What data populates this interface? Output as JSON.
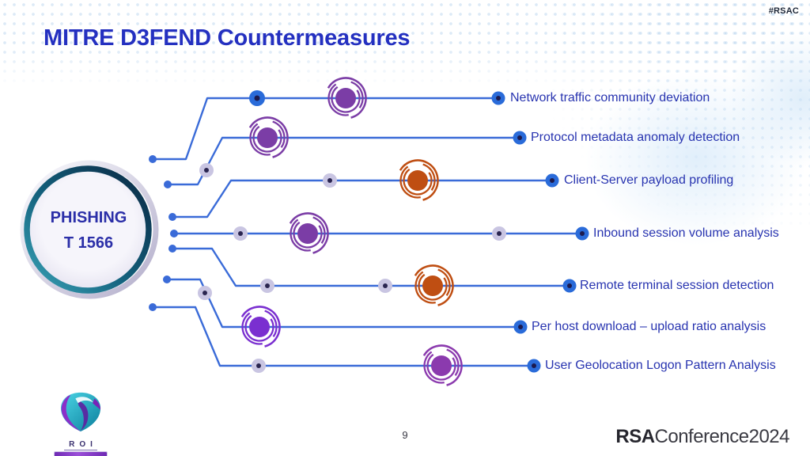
{
  "slide": {
    "hashtag": "#RSAC",
    "title": "MITRE D3FEND Countermeasures",
    "page_number": "9"
  },
  "technique": {
    "name": "PHISHING",
    "id": "T 1566"
  },
  "countermeasures": [
    {
      "label": "Network traffic community deviation",
      "icon": "spiral-icon",
      "icon_color": "#7B3DA6"
    },
    {
      "label": "Protocol metadata anomaly detection",
      "icon": "spiral-icon",
      "icon_color": "#7B3DA6"
    },
    {
      "label": "Client-Server payload profiling",
      "icon": "spiral-icon",
      "icon_color": "#BF4E12"
    },
    {
      "label": "Inbound session volume analysis",
      "icon": "spiral-icon",
      "icon_color": "#7B3DA6"
    },
    {
      "label": "Remote terminal session detection",
      "icon": "spiral-icon",
      "icon_color": "#BF4E12"
    },
    {
      "label": "Per host download – upload ratio analysis",
      "icon": "spiral-icon",
      "icon_color": "#7A2FD0"
    },
    {
      "label": "User Geolocation Logon Pattern Analysis",
      "icon": "spiral-icon",
      "icon_color": "#8B3AAE"
    }
  ],
  "footer": {
    "roi_logo_label": "ROI",
    "rsa_logo": {
      "brand": "RSA",
      "name": "Conference",
      "year": "2024"
    }
  },
  "colors": {
    "title": "#2430C0",
    "label_text": "#2834B0",
    "connector_line": "#3A6BD8",
    "node_blue": "#2A6BD9",
    "node_lavender": "#C9C5E2",
    "node_core": "#1C1A4E",
    "icon_purple": "#7B3DA6",
    "icon_violet": "#7A2FD0",
    "icon_orange": "#BF4E12",
    "ring_teal_dark": "#0A2742",
    "ring_teal_light": "#3AA4B8"
  }
}
